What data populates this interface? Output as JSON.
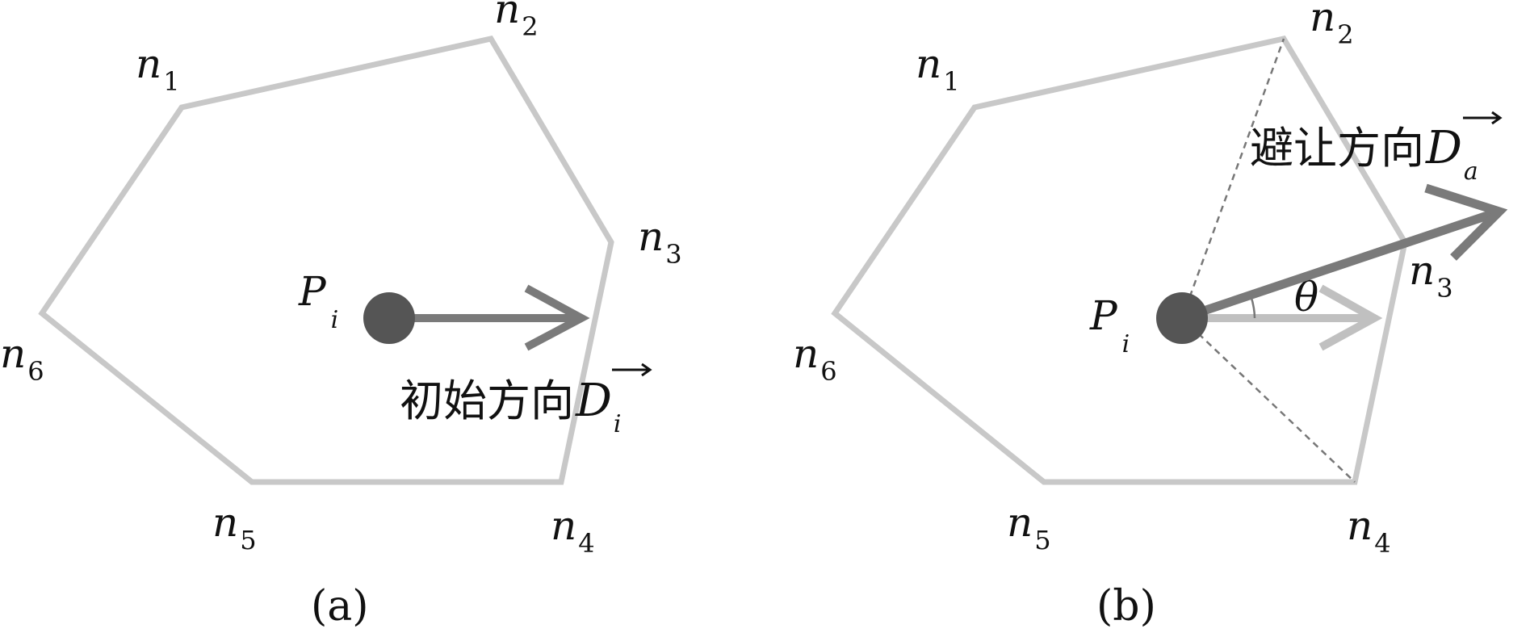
{
  "colors": {
    "polygon": "#c8c8c8",
    "vector_initial": "#7a7a7a",
    "vector_avoid": "#7a7a7a",
    "agent": "#555555",
    "dashed": "#777777",
    "text": "#111111"
  },
  "panel_a": {
    "caption": "(a)",
    "agent": {
      "letter": "P",
      "sub": "i"
    },
    "nodes": [
      {
        "letter": "n",
        "sub": "1"
      },
      {
        "letter": "n",
        "sub": "2"
      },
      {
        "letter": "n",
        "sub": "3"
      },
      {
        "letter": "n",
        "sub": "4"
      },
      {
        "letter": "n",
        "sub": "5"
      },
      {
        "letter": "n",
        "sub": "6"
      }
    ],
    "direction_label": {
      "text": "初始方向",
      "vector_letter": "D",
      "vector_sub": "i"
    }
  },
  "panel_b": {
    "caption": "(b)",
    "agent": {
      "letter": "P",
      "sub": "i"
    },
    "nodes": [
      {
        "letter": "n",
        "sub": "1"
      },
      {
        "letter": "n",
        "sub": "2"
      },
      {
        "letter": "n",
        "sub": "3"
      },
      {
        "letter": "n",
        "sub": "4"
      },
      {
        "letter": "n",
        "sub": "5"
      },
      {
        "letter": "n",
        "sub": "6"
      }
    ],
    "angle_label": "θ",
    "direction_label": {
      "text": "避让方向",
      "vector_letter": "D",
      "vector_sub": "a"
    }
  }
}
